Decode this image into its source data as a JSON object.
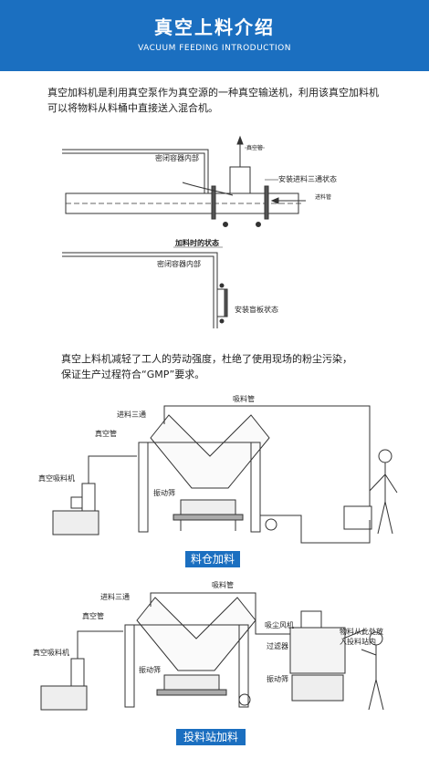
{
  "header": {
    "title": "真空上料介绍",
    "subtitle": "VACUUM FEEDING INTRODUCTION"
  },
  "intro": {
    "line1": "真空加料机是利用真空泵作为真空源的一种真空输送机，利用该真空加料机",
    "line2": "可以将物料从料桶中直接送入混合机。"
  },
  "diagram1": {
    "label_inner": "密闭容器内部",
    "label_vacuum": "真空管",
    "label_three_way": "安装进料三通状态",
    "label_feed_pipe": "进料管",
    "label_state": "加料时的状态",
    "label_inner2": "密闭容器内部",
    "label_blind": "安装盲板状态"
  },
  "benefit": {
    "line1": "真空上料机减轻了工人的劳动强度，杜绝了使用现场的粉尘污染，",
    "line2": "保证生产过程符合“GMP”要求。"
  },
  "figure1": {
    "label_suction": "吸料管",
    "label_three_way": "进料三通",
    "label_vacuum_pipe": "真空管",
    "label_machine": "真空吸料机",
    "label_screen": "振动筛",
    "caption": "料仓加料"
  },
  "figure2": {
    "label_suction": "吸料管",
    "label_three_way": "进料三通",
    "label_vacuum_pipe": "真空管",
    "label_machine": "真空吸料机",
    "label_screen": "振动筛",
    "label_dust_fan": "吸尘风机",
    "label_filter": "过滤器",
    "label_screen2": "振动筛",
    "label_note1": "物料从此处放",
    "label_note2": "入投料站内",
    "caption": "投料站加料"
  }
}
